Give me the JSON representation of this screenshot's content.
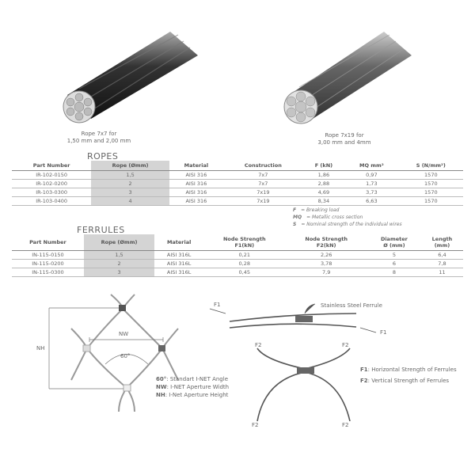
{
  "ropes_images": [
    {
      "caption_1": "Rope 7x7 for",
      "caption_2": "1,50 mm and 2,00 mm"
    },
    {
      "caption_1": "Rope 7x19 for",
      "caption_2": "3,00 mm and 4mm"
    }
  ],
  "ropes": {
    "title": "ROPES",
    "headers": [
      "Part Number",
      "Rope (Ømm)",
      "Material",
      "Construction",
      "F (kN)",
      "MQ mm²",
      "S (N/mm²)"
    ],
    "rows": [
      [
        "IR-102-0150",
        "1,5",
        "AISI 316",
        "7x7",
        "1,86",
        "0,97",
        "1570"
      ],
      [
        "IR-102-0200",
        "2",
        "AISI 316",
        "7x7",
        "2,88",
        "1,73",
        "1570"
      ],
      [
        "IR-103-0300",
        "3",
        "AISI 316",
        "7x19",
        "4,69",
        "3,73",
        "1570"
      ],
      [
        "IR-103-0400",
        "4",
        "AISI 316",
        "7x19",
        "8,34",
        "6,63",
        "1570"
      ]
    ],
    "legend": [
      {
        "k": "F",
        "v": "= Breaking load"
      },
      {
        "k": "MQ",
        "v": "= Metallic cross section"
      },
      {
        "k": "S",
        "v": "= Nominal strength of the individual wires"
      }
    ]
  },
  "ferrules": {
    "title": "FERRULES",
    "headers": [
      [
        "Part Number",
        ""
      ],
      [
        "Rope (Ømm)",
        ""
      ],
      [
        "Material",
        ""
      ],
      [
        "Node Strength",
        "F1(kN)"
      ],
      [
        "Node Strength",
        "F2(kN)"
      ],
      [
        "Diameter",
        "Ø (mm)"
      ],
      [
        "Length",
        "(mm)"
      ]
    ],
    "rows": [
      [
        "IN-115-0150",
        "1,5",
        "AISI 316L",
        "0,21",
        "2,26",
        "5",
        "6,4"
      ],
      [
        "IN-115-0200",
        "2",
        "AISI 316L",
        "0,28",
        "3,78",
        "6",
        "7,8"
      ],
      [
        "IN-115-0300",
        "3",
        "AISI 316L",
        "0,45",
        "7,9",
        "8",
        "11"
      ]
    ]
  },
  "net_diagram": {
    "nh": "NH",
    "nw": "NW",
    "angle": "60°",
    "notes": [
      {
        "k": "60°",
        "v": ": Standart I-NET Angle"
      },
      {
        "k": "NW",
        "v": ": I-NET Aperture Width"
      },
      {
        "k": "NH",
        "v": ": I-Net Aperture Height"
      }
    ]
  },
  "ferrule_diagram": {
    "ferrule_label": "Stainless Steel Ferrule",
    "f1": "F1",
    "f2": "F2",
    "notes": [
      {
        "k": "F1",
        "v": ": Horizontal Strength of Ferrules"
      },
      {
        "k": "F2",
        "v": ": Vertical Strength of Ferrules"
      }
    ]
  }
}
